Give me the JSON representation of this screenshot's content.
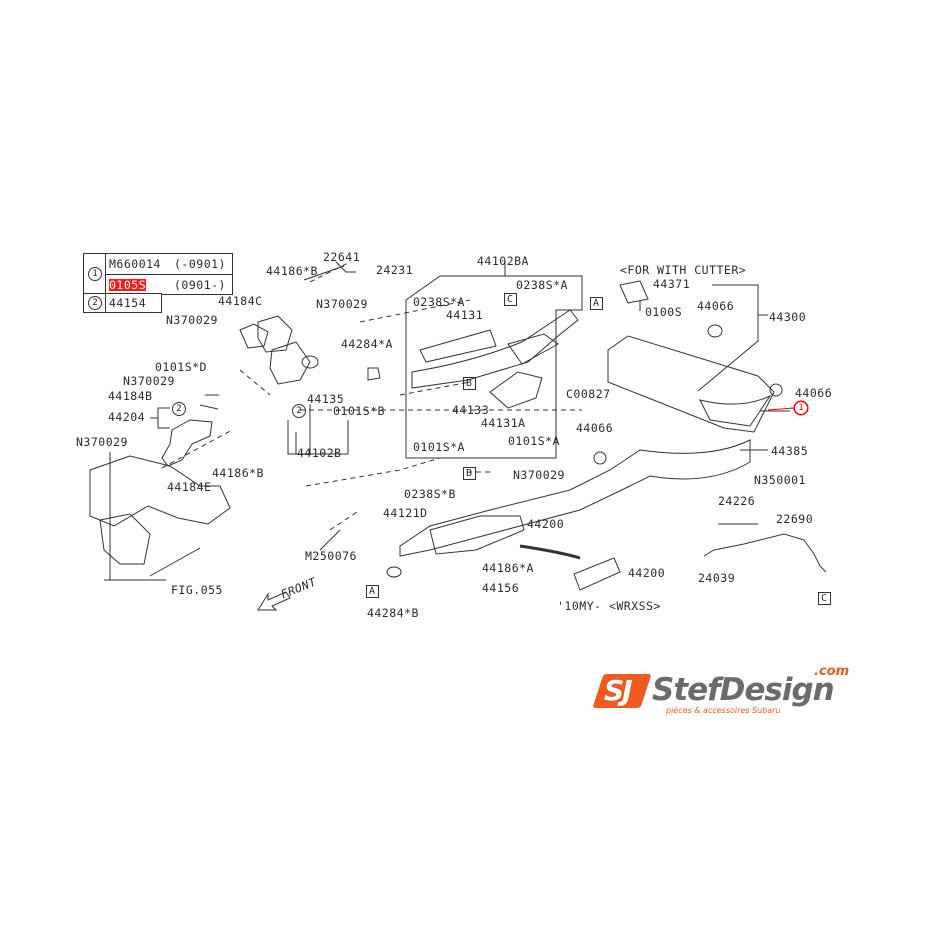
{
  "legend": {
    "row1_mark": "1",
    "row1_part_a": "M660014",
    "row1_range_a": "(-0901)",
    "row1_part_b": "0105S",
    "row1_range_b": "(0901-)",
    "row2_mark": "2",
    "row2_part": "44154",
    "highlight_color": "#ff1a1a"
  },
  "labels": [
    "22641",
    "44186*B",
    "24231",
    "44184C",
    "N370029",
    "N370029",
    "44284*A",
    "0101S*D",
    "N370029",
    "44184B",
    "44204",
    "44135",
    "0101S*B",
    "44102B",
    "N370029",
    "44186*B",
    "44184E",
    "FIG.055",
    "FRONT",
    "M250076",
    "0238S*B",
    "44121D",
    "44102BA",
    "0238S*A",
    "44131",
    "0238S*A",
    "44133",
    "44131A",
    "0101S*A",
    "0101S*A",
    "C00827",
    "N370029",
    "<FOR WITH CUTTER>",
    "44371",
    "0100S",
    "44066",
    "44300",
    "44066",
    "44385",
    "N350001",
    "44066",
    "44200",
    "44186*A",
    "44156",
    "44284*B",
    "44200",
    "'10MY- <WRXSS>",
    "24226",
    "22690",
    "24039"
  ],
  "markers": {
    "A": "A",
    "B": "B",
    "C": "C",
    "circle1": "1",
    "circle2": "2"
  },
  "logo": {
    "brand_mark": "SJ",
    "brand": "StefDesign",
    "tld": ".com",
    "tagline": "pièces & accessoires Subaru",
    "accent": "#ee5a1f",
    "text_color": "#6b6b6b"
  }
}
